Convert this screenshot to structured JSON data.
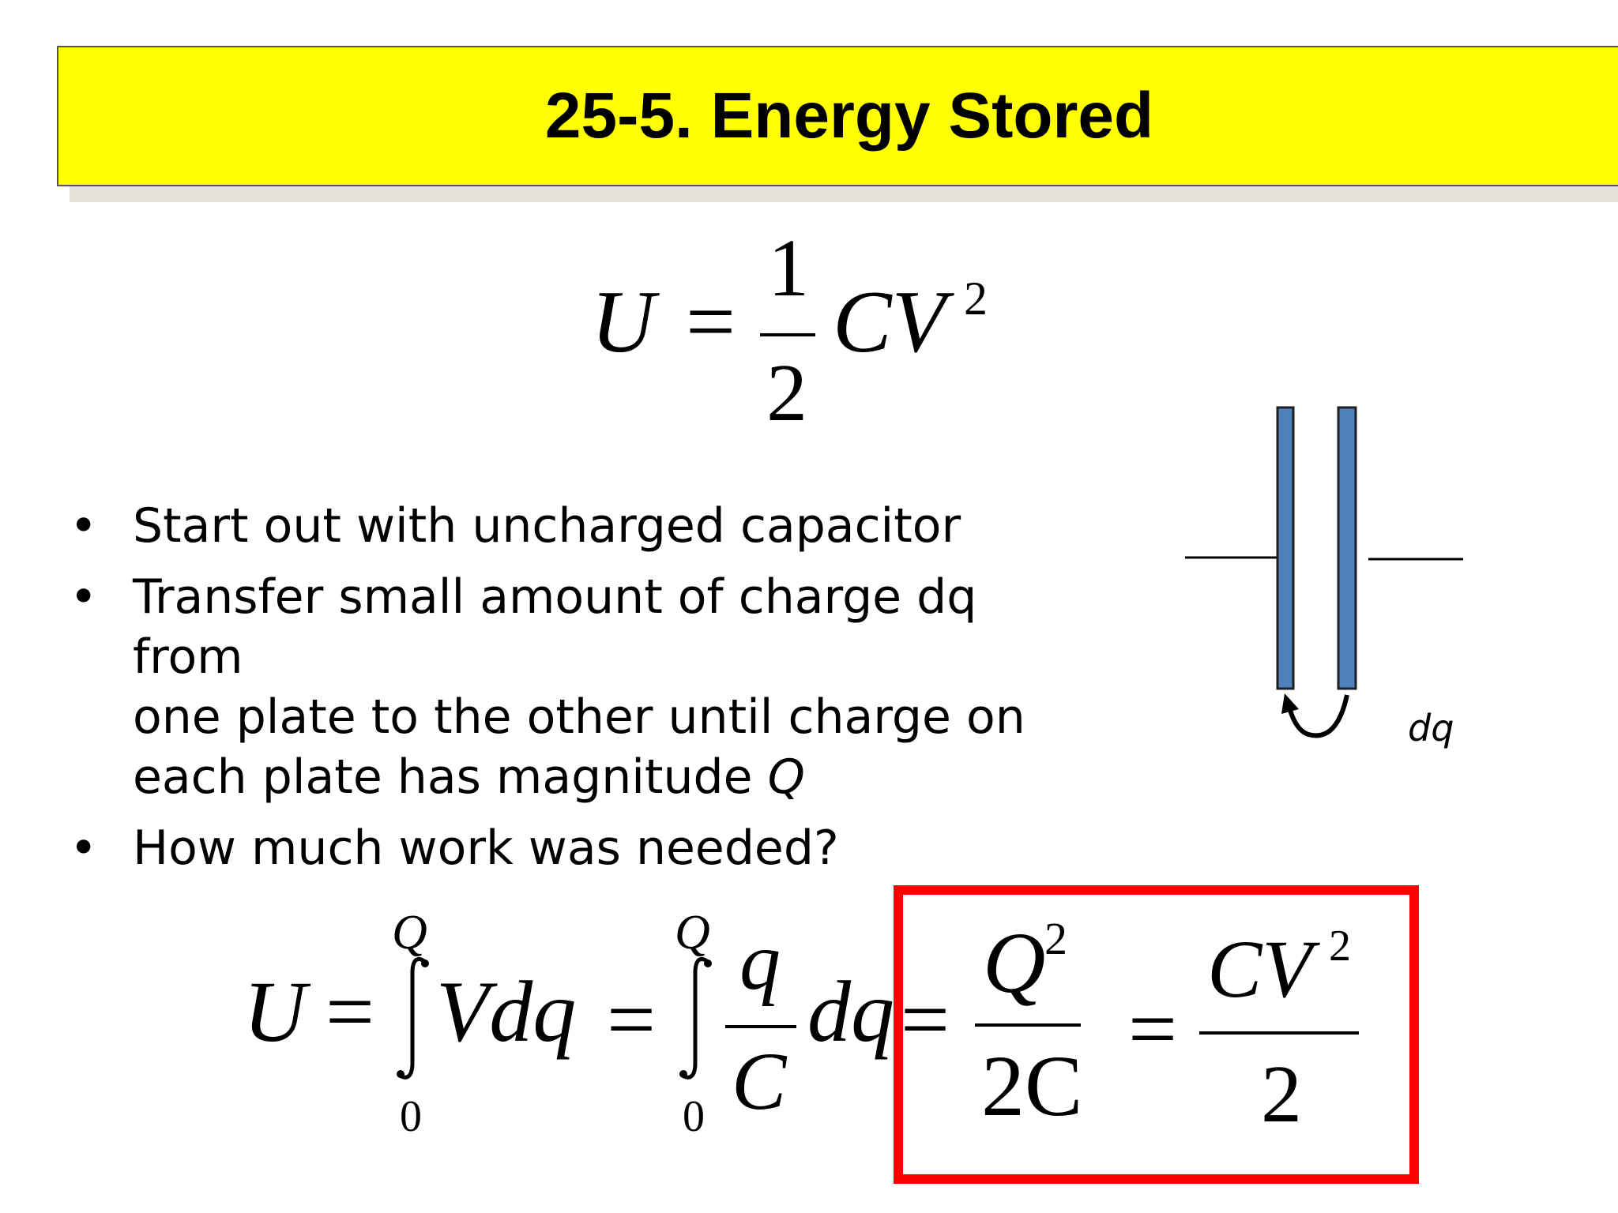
{
  "slide": {
    "title": "25-5. Energy Stored",
    "colors": {
      "banner": "#ffff00",
      "plate": "#4f81bd",
      "answer_box": "#ff0000"
    }
  },
  "top_equation": {
    "lhs": "U",
    "equals": "=",
    "numerator": "1",
    "denominator": "2",
    "body": "CV",
    "exponent": "2"
  },
  "bullets": [
    {
      "text": "Start out with uncharged capacitor"
    },
    {
      "line1": "Transfer small amount of charge dq from",
      "line2": "one plate to the other until charge on",
      "line3_prefix": "each plate has magnitude ",
      "line3_var": "Q"
    },
    {
      "text": "How much work was needed?"
    }
  ],
  "diagram": {
    "label": "dq",
    "icon": "capacitor-plates-icon"
  },
  "integral_equation": {
    "lhs": "U",
    "eq1": "=",
    "int1_upper": "Q",
    "int1_lower": "0",
    "int1_body": "Vdq",
    "eq2": "=",
    "int2_upper": "Q",
    "int2_lower": "0",
    "frac1_num": "q",
    "frac1_den": "C",
    "dq": "dq",
    "eq3": "=",
    "frac2_num": "Q",
    "frac2_num_exp": "2",
    "frac2_den": "2C",
    "eq4": "=",
    "frac3_num": "CV",
    "frac3_num_exp": "2",
    "frac3_den": "2"
  }
}
